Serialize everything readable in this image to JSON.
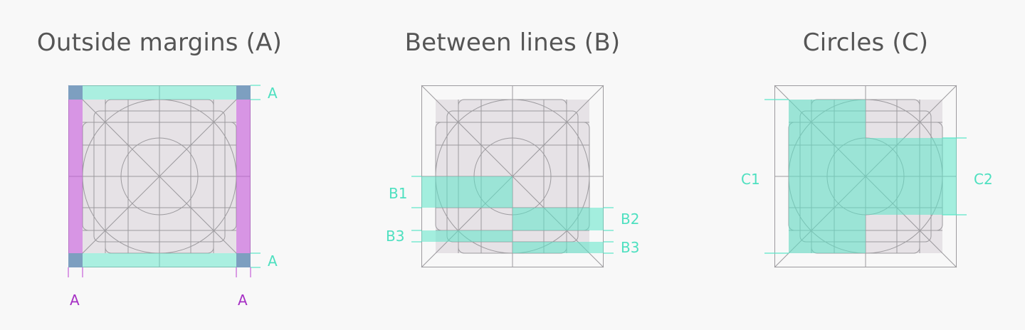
{
  "panels": [
    {
      "title": "Outside margins (A)",
      "labels": {
        "top_right": "A",
        "bottom_right": "A",
        "bottom_left": "A",
        "bottom_far_right": "A"
      }
    },
    {
      "title": "Between lines (B)",
      "labels": {
        "b1": "B1",
        "b2": "B2",
        "b3_left": "B3",
        "b3_right": "B3"
      }
    },
    {
      "title": "Circles (C)",
      "labels": {
        "c1": "C1",
        "c2": "C2"
      }
    }
  ],
  "colors": {
    "background": "#f8f8f8",
    "keyline_fill": "#e6e2e6",
    "grid_stroke": "#9c9a9e",
    "teal": "#5ce6c8",
    "teal_text": "#4ee0c0",
    "magenta": "#c55fd8",
    "magenta_text": "#a62fc4",
    "corner_blue": "#7d9fc0"
  }
}
